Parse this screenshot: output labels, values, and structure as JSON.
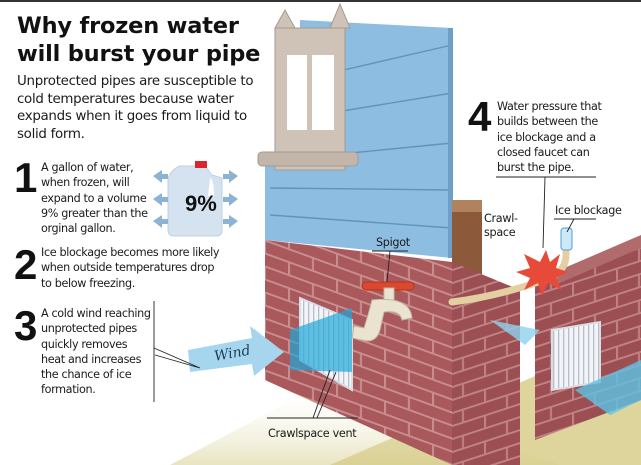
{
  "title": {
    "line1": "Why frozen water",
    "line2": "will burst your pipe"
  },
  "intro": "Unprotected pipes are susceptible to cold temperatures because water expands when it goes from liquid to solid form.",
  "steps": [
    {
      "number": "1",
      "text": "A gallon of water, when frozen, will expand to a volume 9% greater than the orginal gallon."
    },
    {
      "number": "2",
      "text": "Ice blockage becomes more likely when outside temperatures drop to below freezing."
    },
    {
      "number": "3",
      "text": "A cold wind reaching unprotected pipes quickly removes heat and increases the chance of ice formation."
    },
    {
      "number": "4",
      "text": "Water pressure that builds between the ice blockage and a closed faucet can burst the pipe."
    }
  ],
  "gallon": {
    "expansion_label": "9%"
  },
  "labels": {
    "spigot": "Spigot",
    "crawlspace": "Crawl- space",
    "ice_blockage": "Ice blockage",
    "wind": "Wind",
    "crawlspace_vent": "Crawlspace vent"
  },
  "colors": {
    "siding": "#8bbbe0",
    "brick": "#a85a5c",
    "wind_arrow": "#9fd3ec",
    "burst": "#e9473a",
    "jug_cap": "#d9262b",
    "ground": "#d9cf8a"
  }
}
